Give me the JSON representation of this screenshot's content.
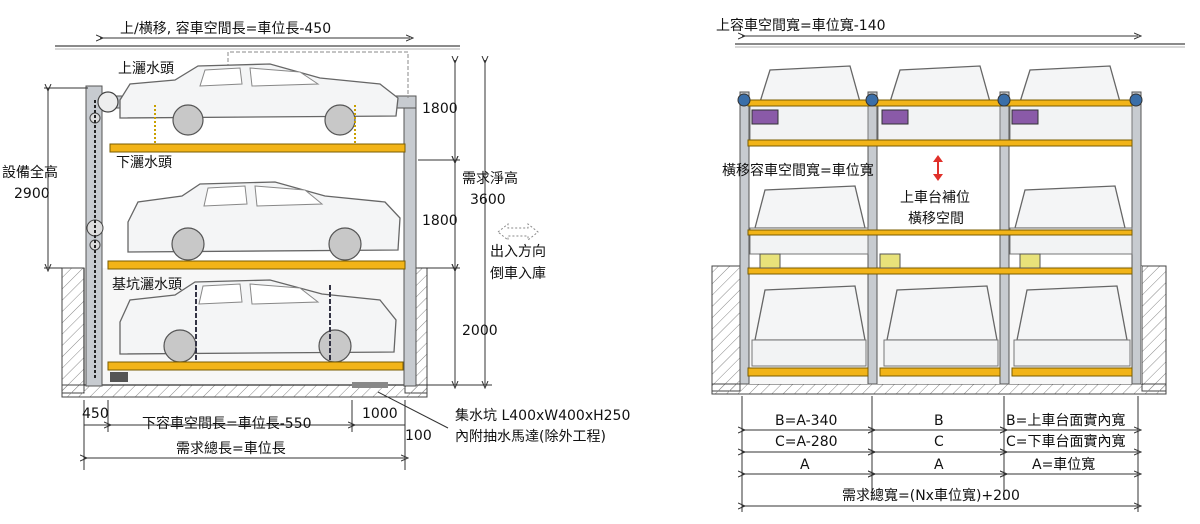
{
  "left": {
    "top_dim": "上/横移, 容車空間長=車位長-450",
    "upper_sprinkler": "上灑水頭",
    "lower_sprinkler": "下灑水頭",
    "pit_sprinkler": "基坑灑水頭",
    "equip_height_label": "設備全高",
    "equip_height_value": "2900",
    "dim_1800_top": "1800",
    "dim_1800_mid": "1800",
    "dim_2000": "2000",
    "clear_height_label": "需求淨高",
    "clear_height_value": "3600",
    "direction_1": "出入方向",
    "direction_2": "倒車入庫",
    "dim_450": "450",
    "bottom_dim": "下容車空間長=車位長-550",
    "dim_1000": "1000",
    "sump_1": "集水坑 L400xW400xH250",
    "sump_2": "內附抽水馬達(除外工程)",
    "dim_100": "100",
    "total_length": "需求總長=車位長"
  },
  "right": {
    "top_dim": "上容車空間寬=車位寬-140",
    "shift_width": "橫移容車空間寬=車位寬",
    "upper_fill_1": "上車台補位",
    "upper_fill_2": "橫移空間",
    "b_eq": "B=A-340",
    "c_eq": "C=A-280",
    "b_mid": "B",
    "c_mid": "C",
    "b_def": "B=上車台面實內寬",
    "c_def": "C=下車台面實內寬",
    "a1": "A",
    "a2": "A",
    "a_def": "A=車位寬",
    "total_width": "需求總寬=(Nx車位寬)+200"
  },
  "colors": {
    "platform": "#f2b418",
    "frame": "#c7cbd0",
    "accent_arrow": "#e0302a",
    "motor": "#8a5aa8",
    "pipe_blue": "#3a6ea8"
  }
}
